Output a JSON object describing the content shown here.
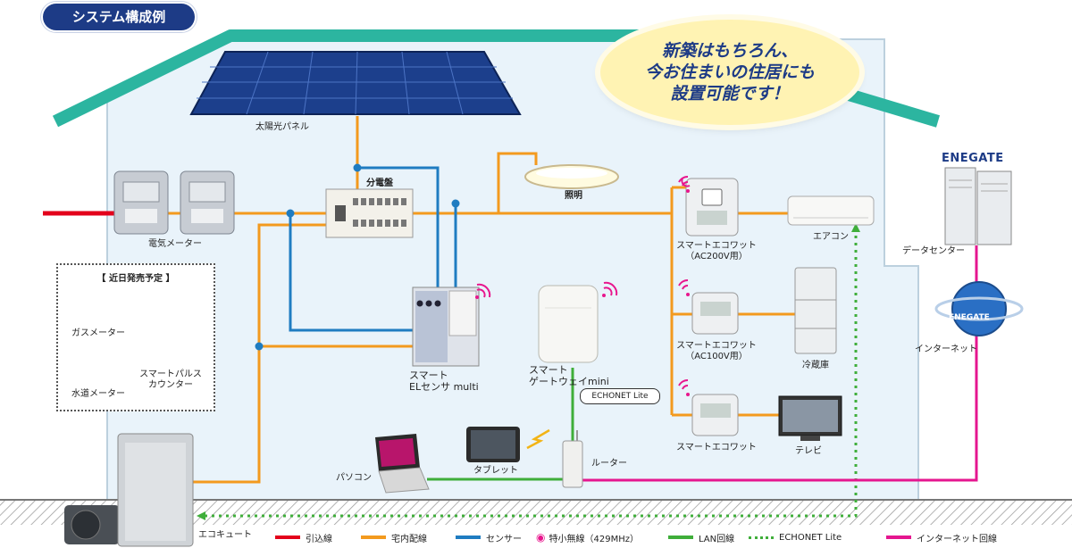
{
  "title": "システム構成例",
  "callout": [
    "新築はもちろん、",
    "今お住まいの住居にも",
    "設置可能です！"
  ],
  "labels": {
    "solar_panel": "太陽光パネル",
    "distribution_board": "分電盤",
    "lighting": "照明",
    "meter": "電気メーター",
    "sensor_line1": "スマート",
    "sensor_line2": "ELセンサ multi",
    "gateway_line1": "スマート",
    "gateway_line2": "ゲートウェイmini",
    "echonet_box": "ECHONET Lite",
    "ac200_line1": "スマートエコワット",
    "ac200_line2": "（AC200V用）",
    "ac100_line1": "スマートエコワット",
    "ac100_line2": "（AC100V用）",
    "ecowatt3": "スマートエコワット",
    "aircon": "エアコン",
    "fridge": "冷蔵庫",
    "tv": "テレビ",
    "pc": "パソコン",
    "tablet": "タブレット",
    "router": "ルーター",
    "ecocute": "エコキュート",
    "datacenter": "データセンター",
    "internet": "インターネット",
    "enegate": "ENEGATE"
  },
  "coming_soon": {
    "title": "【 近日発売予定 】",
    "gas_meter": "ガスメーター",
    "water_meter": "水道メーター",
    "pulse_line1": "スマートパルス",
    "pulse_line2": "カウンター"
  },
  "legend": [
    {
      "label": "引込線",
      "color": "#e3001b",
      "style": "solid",
      "wifi": false
    },
    {
      "label": "宅内配線",
      "color": "#f39a1e",
      "style": "solid",
      "wifi": false
    },
    {
      "label": "センサー",
      "color": "#1f7cc1",
      "style": "solid",
      "wifi": false
    },
    {
      "label": "特小無線（429MHz）",
      "color": "#e8168d",
      "style": "solid",
      "wifi": true
    },
    {
      "label": "LAN回線",
      "color": "#3fae3a",
      "style": "solid",
      "wifi": false
    },
    {
      "label": "ECHONET Lite",
      "color": "#3fae3a",
      "style": "dotted",
      "wifi": false
    },
    {
      "label": "インターネット回線",
      "color": "#e5168f",
      "style": "solid",
      "wifi": false
    }
  ],
  "colors": {
    "house_bg": "#e9f3fa",
    "roof": "#2cb5a0",
    "inbound": "#e3001b",
    "wiring": "#f39a1e",
    "sensor": "#1f7cc1",
    "lan": "#3fae3a",
    "internet": "#e5168f",
    "accent": "#1d3b86"
  }
}
